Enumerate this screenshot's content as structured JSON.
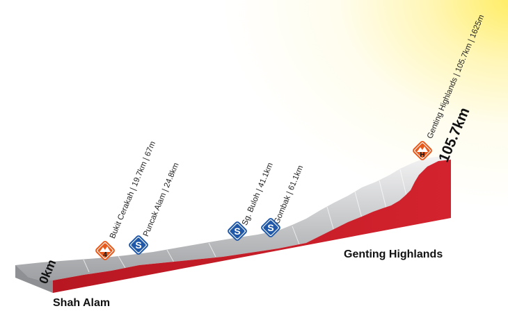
{
  "stage": {
    "start_town": "Shah Alam",
    "finish_town": "Genting Highlands",
    "start_km": "0km",
    "finish_km": "105.7km"
  },
  "climbs": [
    {
      "label": "Bukit Cerakah | 19.7km | 67m",
      "badge": "4",
      "badge_type": "category-4-climb-icon"
    },
    {
      "label": "Genting Highlands | 105.7km | 1625m",
      "badge": "H",
      "badge_type": "hors-categorie-climb-icon"
    }
  ],
  "sprints": [
    {
      "label": "Puncak Alam | 24.8km",
      "badge": "S",
      "badge_type": "sprint-icon"
    },
    {
      "label": "Sg. Buloh | 41.1km",
      "badge": "S",
      "badge_type": "sprint-icon"
    },
    {
      "label": "Gombak | 61.1km",
      "badge": "S",
      "badge_type": "sprint-icon"
    }
  ],
  "colors": {
    "profile_red": "#d01f2b",
    "profile_top": "#cfd0d2",
    "sprint_blue": "#1f58a8",
    "climb_orange": "#e85a1c",
    "highlight_yellow": "#ffe96a"
  }
}
